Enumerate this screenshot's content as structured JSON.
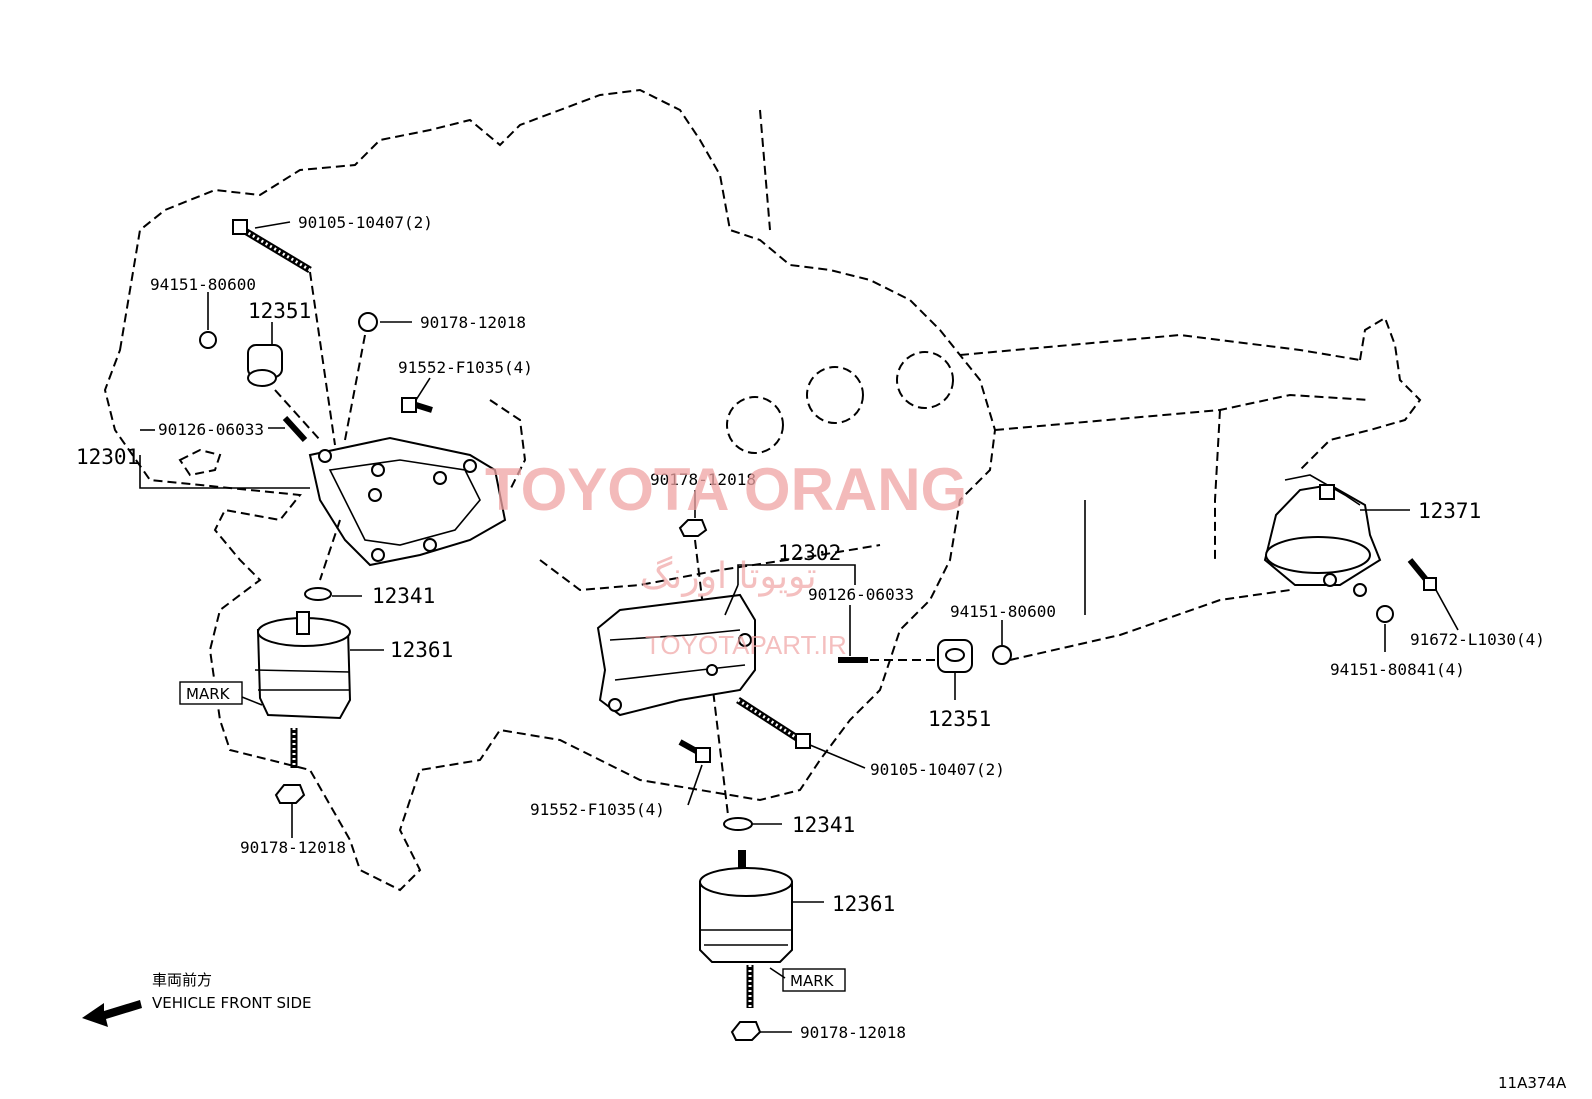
{
  "watermark": {
    "brand": "TOYOTA ORANG",
    "brand_fa": "تویوتا اورنگ",
    "site": "TOYOTAPART.IR"
  },
  "labels": {
    "bolt_top_left": "90105-10407(2)",
    "nut_left": "94151-80600",
    "stopper_left": "12351",
    "nut_flange_left": "90178-12018",
    "bolt_bracket_left": "91552-F1035(4)",
    "stud_left": "90126-06033",
    "bracket_left": "12301",
    "washer_left": "12341",
    "insulator_left": "12361",
    "mark_left": "MARK",
    "nut_bottom_left": "90178-12018",
    "nut_mid": "90178-12018",
    "bracket_right": "12302",
    "stud_right": "90126-06033",
    "nut_right": "94151-80600",
    "stopper_right": "12351",
    "bolt_right": "90105-10407(2)",
    "bolt_bracket_right": "91552-F1035(4)",
    "washer_right": "12341",
    "insulator_right": "12361",
    "mark_right": "MARK",
    "nut_bottom_right": "90178-12018",
    "rear_mount": "12371",
    "bolt_rear": "91672-L1030(4)",
    "nut_rear": "94151-80841(4)"
  },
  "direction": {
    "jp": "車両前方",
    "en": "VEHICLE FRONT SIDE"
  },
  "figure_id": "11A374A"
}
